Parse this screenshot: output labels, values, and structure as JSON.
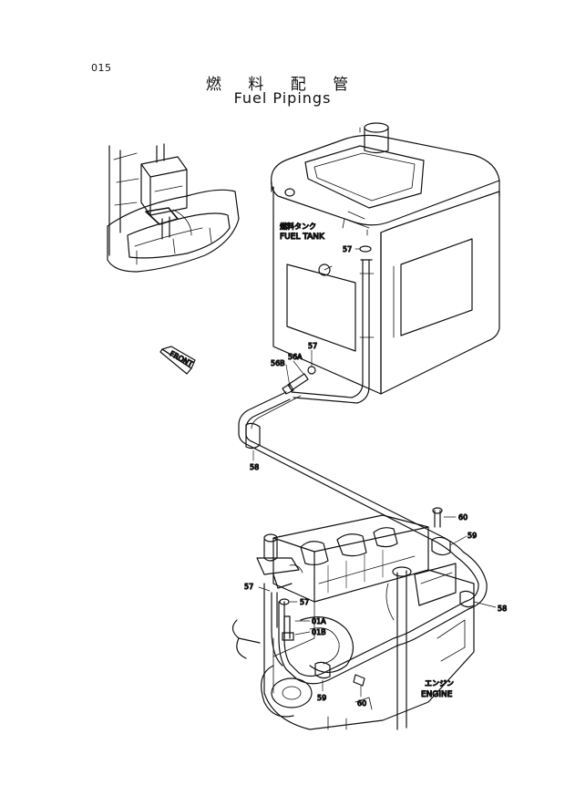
{
  "page_number": "015",
  "title_jp": "燃 料 配 管",
  "title_en": "Fuel Pipings",
  "callouts": {
    "fuel_tank_jp": "燃料タンク",
    "fuel_tank_en": "FUEL TANK",
    "engine_jp": "エンジン",
    "engine_en": "ENGINE",
    "front": "FRONT",
    "p57_tank": "57",
    "p57_mid": "57",
    "p56A": "56A",
    "p56B": "56B",
    "p58_left": "58",
    "p60_top": "60",
    "p59_top": "59",
    "p58_right": "58",
    "p57_eng_left": "57",
    "p57_eng": "57",
    "p01A": "01A",
    "p01B": "01B",
    "p59_bottom": "59",
    "p60_bottom": "60"
  }
}
